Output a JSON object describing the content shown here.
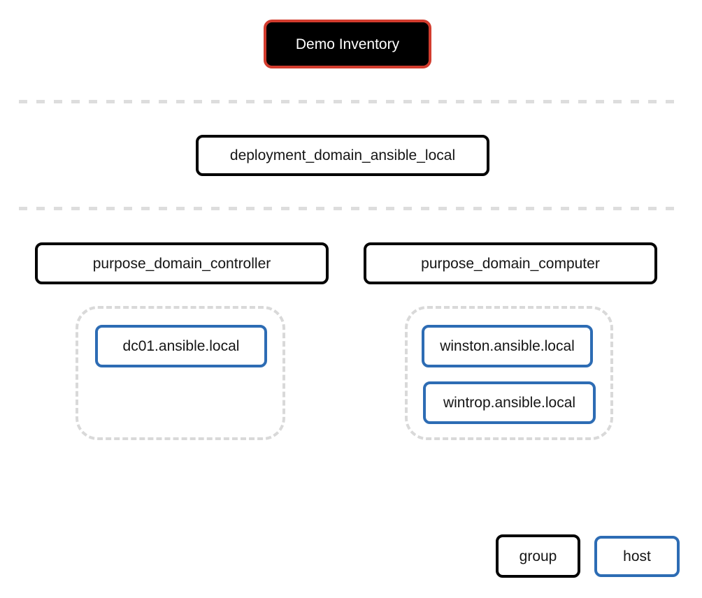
{
  "colors": {
    "group_border": "#000000",
    "host_border": "#2d6cb4",
    "inventory_border": "#d23c2e",
    "inventory_fill": "#000000",
    "inventory_text": "#ffffff",
    "separator": "#dddddd",
    "container_border": "#d9d9d9"
  },
  "diagram": {
    "inventory": {
      "label": "Demo Inventory"
    },
    "deployment_group": {
      "label": "deployment_domain_ansible_local"
    },
    "purpose_groups": [
      {
        "label": "purpose_domain_controller",
        "hosts": [
          {
            "label": "dc01.ansible.local"
          }
        ]
      },
      {
        "label": "purpose_domain_computer",
        "hosts": [
          {
            "label": "winston.ansible.local"
          },
          {
            "label": "wintrop.ansible.local"
          }
        ]
      }
    ],
    "legend": {
      "group_label": "group",
      "host_label": "host"
    }
  }
}
